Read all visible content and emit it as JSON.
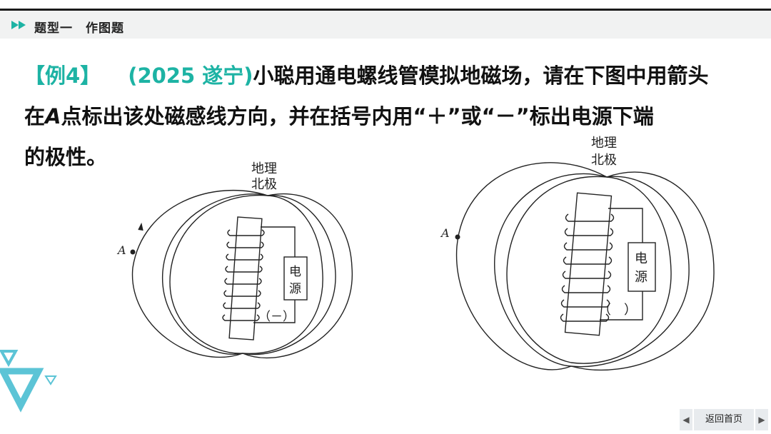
{
  "header": {
    "section_title": "题型一　作图题"
  },
  "question": {
    "tag": "【例4】",
    "source": "(2025 遂宁)",
    "text_line1": "小聪用通电螺线管模拟地磁场，请在下图中用箭头",
    "text_line2_pre": "在",
    "text_line2_point": "A",
    "text_line2_post": "点标出该处磁感线方向，并在括号内用“＋”或“－”标出电源下端",
    "text_line3": "的极性。"
  },
  "figure_left": {
    "north_label_1": "地理",
    "north_label_2": "北极",
    "point_label": "A",
    "power_label_1": "电",
    "power_label_2": "源",
    "polarity_answer": "（－）"
  },
  "figure_right": {
    "north_label_1": "地理",
    "north_label_2": "北极",
    "point_label": "A",
    "power_label_1": "电",
    "power_label_2": "源",
    "polarity_blank": "（　）"
  },
  "nav": {
    "home_label": "返回首页",
    "prev_icon": "◀",
    "next_icon": "▶"
  },
  "colors": {
    "accent": "#1db3a4",
    "text": "#111111",
    "header_bg": "#f1f2f2",
    "decor": "#5cc4d6"
  }
}
